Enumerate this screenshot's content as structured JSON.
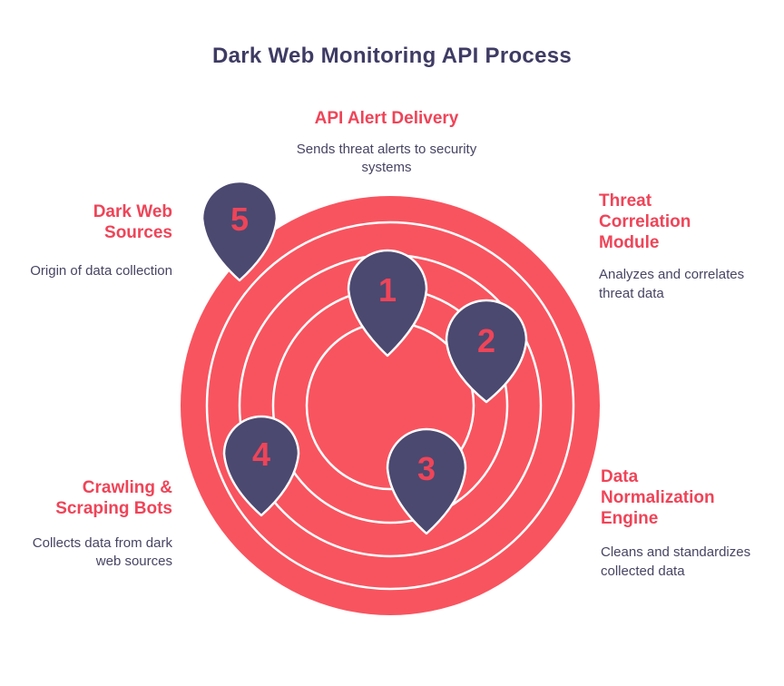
{
  "title": "Dark Web Monitoring API Process",
  "colors": {
    "background": "#FFFFFF",
    "disc_red": "#F8545F",
    "accent_red": "#EF4458",
    "title_dark": "#3E3B64",
    "body_dark": "#474463",
    "pin_fill": "#4B4970",
    "ring_stroke": "#FFFFFF"
  },
  "diagram": {
    "type": "concentric-rings-with-map-pins",
    "ring_count": 5
  },
  "steps": [
    {
      "number": "1",
      "label": "API Alert Delivery",
      "description": "Sends threat alerts to security systems",
      "position": "top-center"
    },
    {
      "number": "2",
      "label": "Threat Correlation Module",
      "description": "Analyzes and correlates threat data",
      "position": "right-top"
    },
    {
      "number": "3",
      "label": "Data Normalization Engine",
      "description": "Cleans and standardizes collected data",
      "position": "right-bottom"
    },
    {
      "number": "4",
      "label": "Crawling & Scraping Bots",
      "description": "Collects data from dark web sources",
      "position": "left-bottom"
    },
    {
      "number": "5",
      "label": "Dark Web Sources",
      "description": "Origin of data collection",
      "position": "left-top"
    }
  ]
}
